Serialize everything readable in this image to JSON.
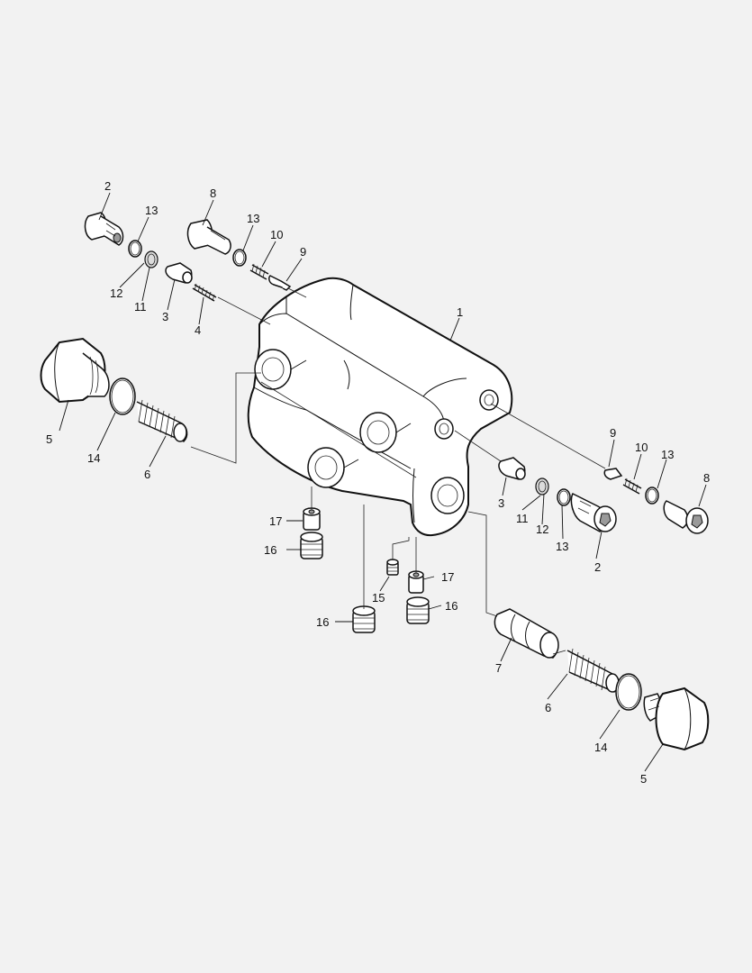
{
  "labels": {
    "l1": "1",
    "l2a": "2",
    "l2b": "2",
    "l3a": "3",
    "l3b": "3",
    "l4": "4",
    "l5a": "5",
    "l5b": "5",
    "l6a": "6",
    "l6b": "6",
    "l7": "7",
    "l8a": "8",
    "l8b": "8",
    "l9a": "9",
    "l9b": "9",
    "l10a": "10",
    "l10b": "10",
    "l11a": "11",
    "l11b": "11",
    "l12a": "12",
    "l12b": "12",
    "l13a": "13",
    "l13b": "13",
    "l13c": "13",
    "l13d": "13",
    "l14a": "14",
    "l14b": "14",
    "l15": "15",
    "l16a": "16",
    "l16b": "16",
    "l16c": "16",
    "l17a": "17",
    "l17b": "17"
  },
  "colors": {
    "background": "#f2f2f2",
    "ink": "#111111"
  }
}
